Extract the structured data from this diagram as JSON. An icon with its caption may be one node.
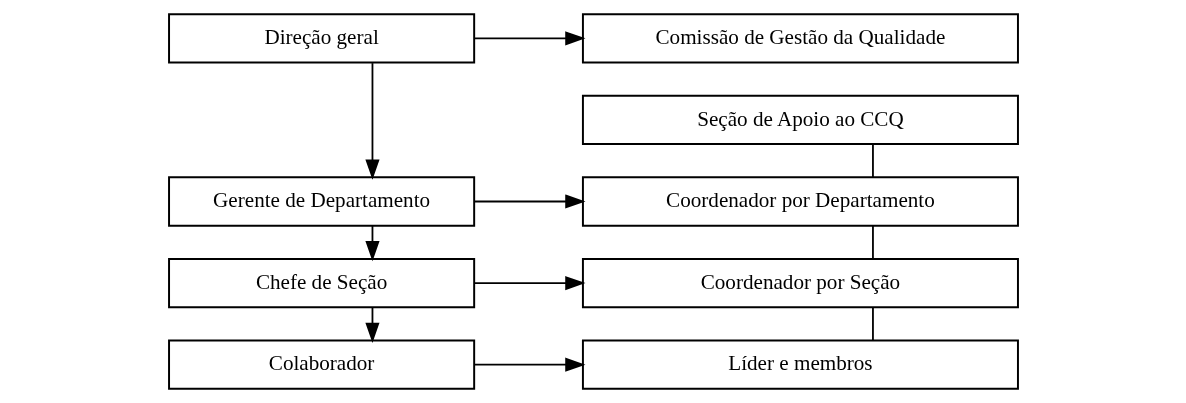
{
  "diagram": {
    "nodes": [
      {
        "text": [
          "Direção geral"
        ]
      },
      {
        "text": [
          "Comissão de Gestão da Qualidade"
        ]
      },
      {
        "text": [
          "Seção de Apoio ao CCQ"
        ]
      },
      {
        "text": [
          "Gerente de Departamento"
        ]
      },
      {
        "text": [
          "Coordenador por Departamento"
        ]
      },
      {
        "text": [
          "Chefe de Seção"
        ]
      },
      {
        "text": [
          "Coordenador por Seção"
        ]
      },
      {
        "text": [
          "Colaborador"
        ]
      },
      {
        "text": [
          "Líder e membros"
        ]
      }
    ],
    "edges": [
      {
        "from": 0,
        "to": 1,
        "arrow": "to"
      },
      {
        "from": 0,
        "to": 3,
        "arrow": "to"
      },
      {
        "from": 2,
        "to": 4,
        "arrow": "none"
      },
      {
        "from": 3,
        "to": 4,
        "arrow": "to"
      },
      {
        "from": 3,
        "to": 5,
        "arrow": "to"
      },
      {
        "from": 4,
        "to": 6,
        "arrow": "none"
      },
      {
        "from": 5,
        "to": 6,
        "arrow": "to"
      },
      {
        "from": 5,
        "to": 7,
        "arrow": "to"
      },
      {
        "from": 6,
        "to": 8,
        "arrow": "none"
      },
      {
        "from": 7,
        "to": 8,
        "arrow": "to"
      }
    ]
  }
}
